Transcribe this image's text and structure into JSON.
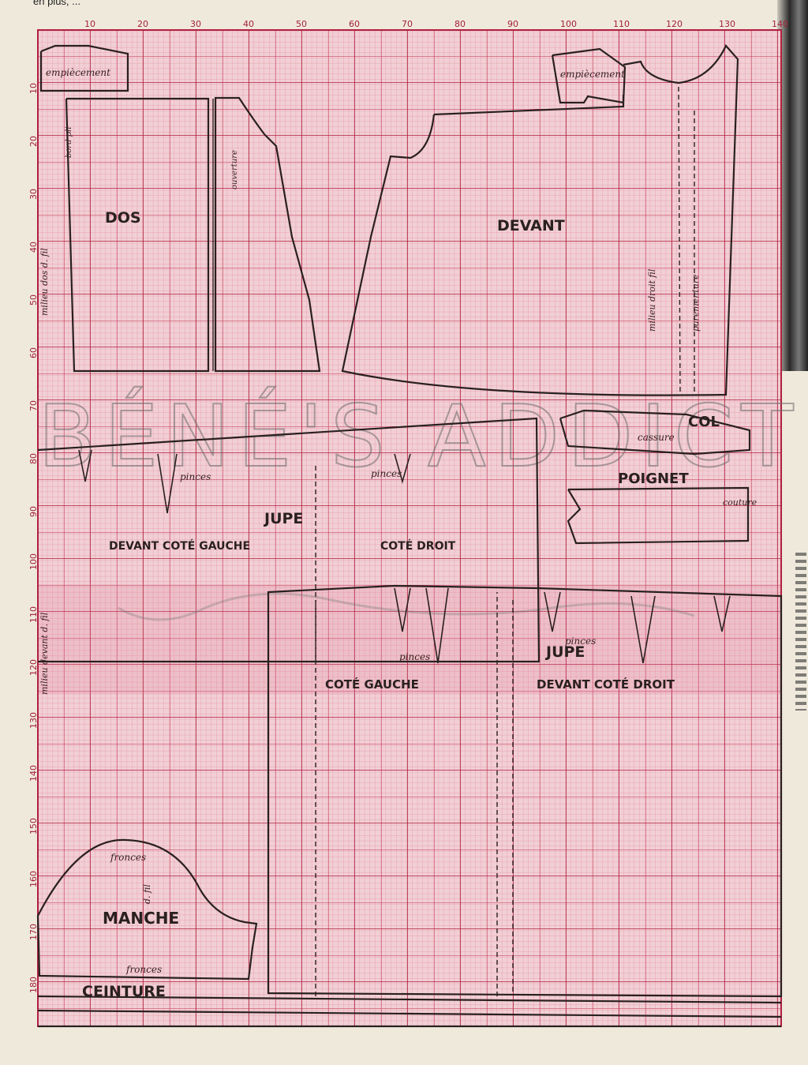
{
  "header": {
    "text": "en plus, ..."
  },
  "axes": {
    "x_ticks": [
      "10",
      "20",
      "30",
      "40",
      "50",
      "60",
      "70",
      "80",
      "90",
      "100",
      "110",
      "120",
      "130",
      "140"
    ],
    "y_ticks": [
      "10",
      "20",
      "30",
      "40",
      "50",
      "60",
      "70",
      "80",
      "90",
      "100",
      "110",
      "120",
      "130",
      "140",
      "150",
      "160",
      "170",
      "180"
    ]
  },
  "pieces": {
    "dos": "DOS",
    "devant": "DEVANT",
    "empiecement_left": "empiècement",
    "empiecement_right": "empiècement",
    "col": "COL",
    "poignet": "POIGNET",
    "jupe_top": "JUPE",
    "devant_cote_gauche": "DEVANT  COTÉ GAUCHE",
    "cote_droit": "COTÉ DROIT",
    "jupe_bottom": "JUPE",
    "cote_gauche": "COTÉ GAUCHE",
    "devant_cote_droit": "DEVANT COTÉ DROIT",
    "manche": "MANCHE",
    "ceinture": "CEINTURE"
  },
  "annotations": {
    "pinces_1": "pinces",
    "pinces_2": "pinces",
    "pinces_3": "pinces",
    "pinces_4": "pinces",
    "fronces_top": "fronces",
    "fronces_bottom": "fronces",
    "droit_fil": "d. fil",
    "milieu_dos": "milieu dos d. fil",
    "milieu_devant": "milieu devant d. fil",
    "cassure": "cassure",
    "milieu_droit_fil": "milieu droit fil",
    "parementure": "parementure",
    "couture": "couture",
    "bord_pli": "bord pli",
    "ouverture": "ouverture"
  },
  "watermark": "BÉNÉ'S ADDICT",
  "colors": {
    "grid": "#d2405f",
    "paper": "#f2d4d8",
    "ink": "#2a2020"
  }
}
